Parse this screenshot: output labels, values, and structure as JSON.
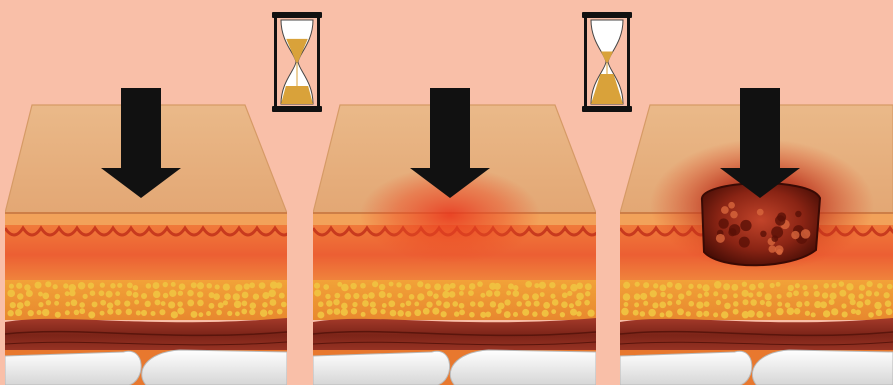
{
  "figure": {
    "panels": [
      {
        "stage": "pressure-applied",
        "redness": 0,
        "wound": false
      },
      {
        "stage": "redness-develops",
        "redness": 1,
        "wound": false
      },
      {
        "stage": "open-ulcer",
        "redness": 2,
        "wound": true
      }
    ],
    "timers": [
      {
        "icon": "hourglass-icon",
        "sand_top_fraction": 0.55,
        "sand_bottom_fraction": 0.45
      },
      {
        "icon": "hourglass-icon",
        "sand_top_fraction": 0.25,
        "sand_bottom_fraction": 0.75
      }
    ],
    "colors": {
      "background": "#f9bfa8",
      "skin_surface": "#e6b27e",
      "epidermis": "#f2a25a",
      "dermis": "#ec6a35",
      "fat": "#f0c040",
      "muscle": "#8c2a20",
      "bone": "#f3f3f3",
      "arrow": "#111111",
      "inflammation": "#e23a1e",
      "wound": "#7a1a10",
      "sand": "#d9a23a"
    }
  }
}
